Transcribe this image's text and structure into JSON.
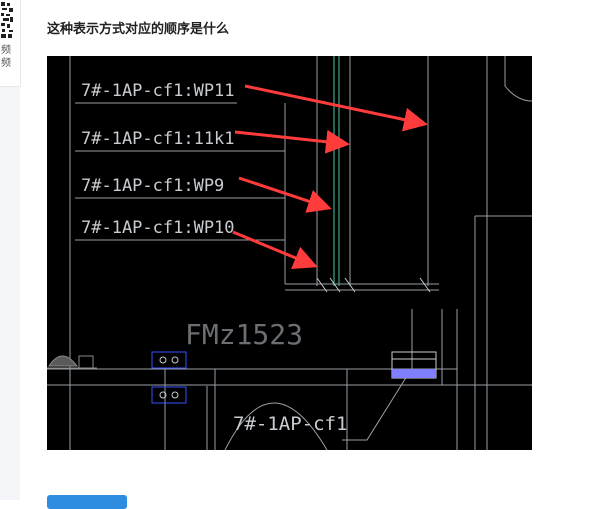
{
  "sidebar": {
    "label_line1": "频",
    "label_line2": "频"
  },
  "question": {
    "title": "这种表示方式对应的顺序是什么"
  },
  "cad": {
    "labels": [
      "7#-1AP-cf1:WP11",
      "7#-1AP-cf1:11k1",
      "7#-1AP-cf1:WP9",
      "7#-1AP-cf1:WP10"
    ],
    "room_label": "FMz1523",
    "bottom_label": "7#-1AP-cf1"
  },
  "colors": {
    "accent": "#2e8de0",
    "arrow": "#ff3b3b",
    "cad_line": "#9aa0a6",
    "cad_green": "#3fa58a",
    "cad_label": "#c8ccd0"
  }
}
